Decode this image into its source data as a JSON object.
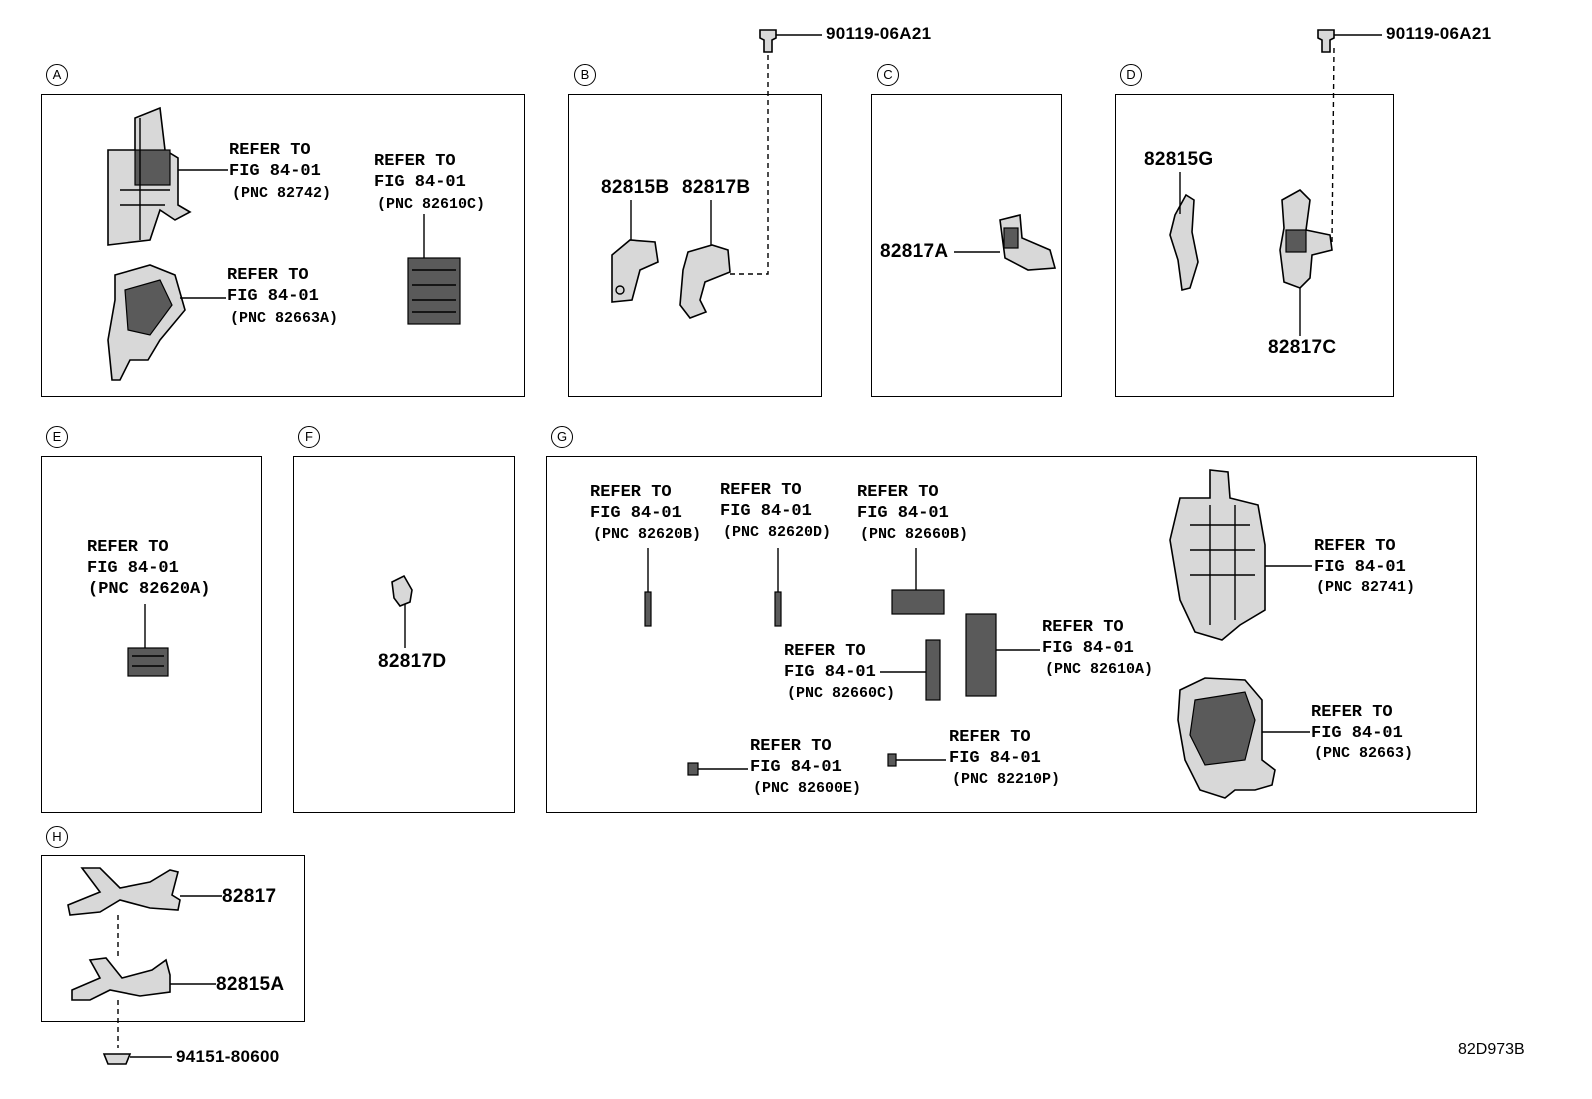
{
  "sections": {
    "A": {
      "letter": "A",
      "ref1": {
        "text": "REFER TO\nFIG 84-01",
        "pnc": "(PNC 82742)"
      },
      "ref2": {
        "text": "REFER TO\nFIG 84-01",
        "pnc": "(PNC 82663A)"
      },
      "ref3": {
        "text": "REFER TO\nFIG 84-01",
        "pnc": "(PNC 82610C)"
      }
    },
    "B": {
      "letter": "B",
      "part1": "82815B",
      "part2": "82817B",
      "bolt": "90119-06A21"
    },
    "C": {
      "letter": "C",
      "part1": "82817A"
    },
    "D": {
      "letter": "D",
      "part1": "82815G",
      "part2": "82817C",
      "bolt": "90119-06A21"
    },
    "E": {
      "letter": "E",
      "ref1": {
        "text": "REFER TO\nFIG 84-01",
        "pnc": "(PNC 82620A)"
      }
    },
    "F": {
      "letter": "F",
      "part1": "82817D"
    },
    "G": {
      "letter": "G",
      "ref1": {
        "text": "REFER TO\nFIG 84-01",
        "pnc": "(PNC 82620B)"
      },
      "ref2": {
        "text": "REFER TO\nFIG 84-01",
        "pnc": "(PNC 82620D)"
      },
      "ref3": {
        "text": "REFER TO\nFIG 84-01",
        "pnc": "(PNC 82660B)"
      },
      "ref4": {
        "text": "REFER TO\nFIG 84-01",
        "pnc": "(PNC 82741)"
      },
      "ref5": {
        "text": "REFER TO\nFIG 84-01",
        "pnc": "(PNC 82610A)"
      },
      "ref6": {
        "text": "REFER TO\nFIG 84-01",
        "pnc": "(PNC 82660C)"
      },
      "ref7": {
        "text": "REFER TO\nFIG 84-01",
        "pnc": "(PNC 82663)"
      },
      "ref8": {
        "text": "REFER TO\nFIG 84-01",
        "pnc": "(PNC 82600E)"
      },
      "ref9": {
        "text": "REFER TO\nFIG 84-01",
        "pnc": "(PNC 82210P)"
      }
    },
    "H": {
      "letter": "H",
      "part1": "82817",
      "part2": "82815A",
      "clip": "94151-80600"
    }
  },
  "diagram_code": "82D973B"
}
